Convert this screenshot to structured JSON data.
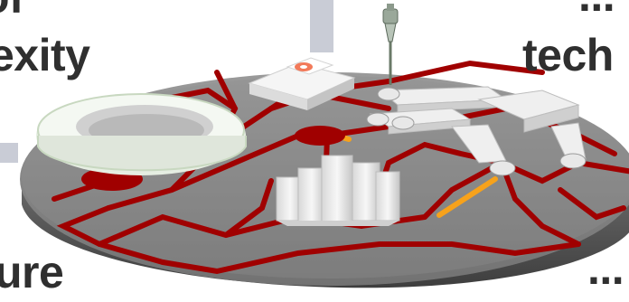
{
  "text_fragments": {
    "top_left": "of",
    "mid_left": "exity",
    "bottom_left": "ure",
    "top_right": "...",
    "mid_right": "tech",
    "bottom_right": "..."
  },
  "colors": {
    "network": "#a00000",
    "highlight_link": "#f7a21b",
    "platform_top": "#8a8a8a",
    "platform_edge": "#555555",
    "buildings": "#f0f0f0",
    "background_panel": "#c9ccd6"
  },
  "icons": [
    "stadium-icon",
    "factory-icon",
    "city-blocks-icon",
    "tower-icon",
    "pipeline-icon",
    "node-icon"
  ]
}
